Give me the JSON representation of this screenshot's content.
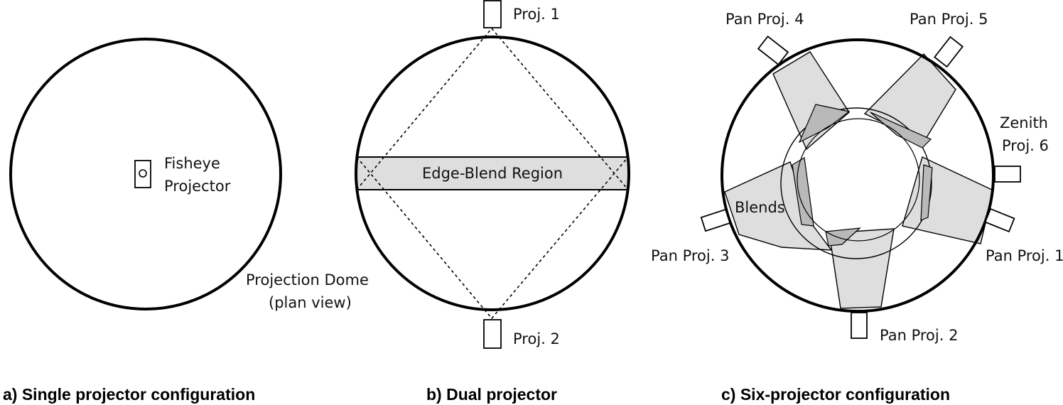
{
  "panels": {
    "single": {
      "caption": "a) Single projector configuration",
      "projector_label_line1": "Fisheye",
      "projector_label_line2": "Projector",
      "dome_label_line1": "Projection Dome",
      "dome_label_line2": "(plan view)"
    },
    "dual": {
      "caption": "b) Dual projector",
      "proj1_label": "Proj. 1",
      "proj2_label": "Proj. 2",
      "blend_label": "Edge-Blend Region"
    },
    "six": {
      "caption": "c) Six-projector configuration",
      "pan4_label": "Pan Proj. 4",
      "pan5_label": "Pan Proj. 5",
      "zenith_line1": "Zenith",
      "zenith_line2": "Proj. 6",
      "pan3_label": "Pan Proj. 3",
      "pan1_label": "Pan Proj. 1",
      "pan2_label": "Pan Proj. 2",
      "blends_label": "Blends"
    }
  },
  "colors": {
    "stroke": "#000000",
    "blend_fill": "#dedede",
    "overlap_fill": "#b9b9b9"
  }
}
